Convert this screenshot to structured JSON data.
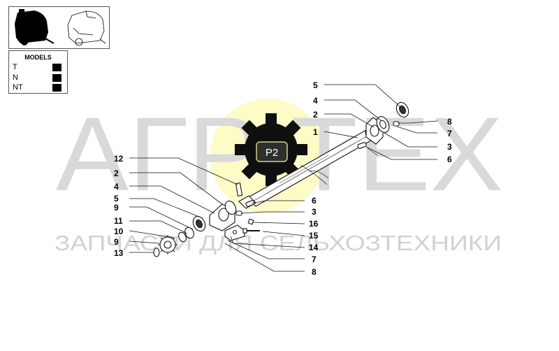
{
  "models_box": {
    "title": "MODELS",
    "items": [
      "T",
      "N",
      "NT"
    ]
  },
  "watermark": {
    "big": "АГР  ТЕХ",
    "small": "ЗАПЧАСТИ ДЛЯ СЕЛЬХОЗТЕХНИКИ",
    "badge": "P2"
  },
  "callouts": {
    "left": [
      "12",
      "2",
      "4",
      "5",
      "9",
      "11",
      "10",
      "9",
      "13"
    ],
    "right_lower": [
      "6",
      "3",
      "16",
      "15",
      "14",
      "7",
      "8"
    ],
    "upper": [
      "5",
      "4",
      "2",
      "1",
      "8",
      "7",
      "3",
      "6"
    ]
  }
}
